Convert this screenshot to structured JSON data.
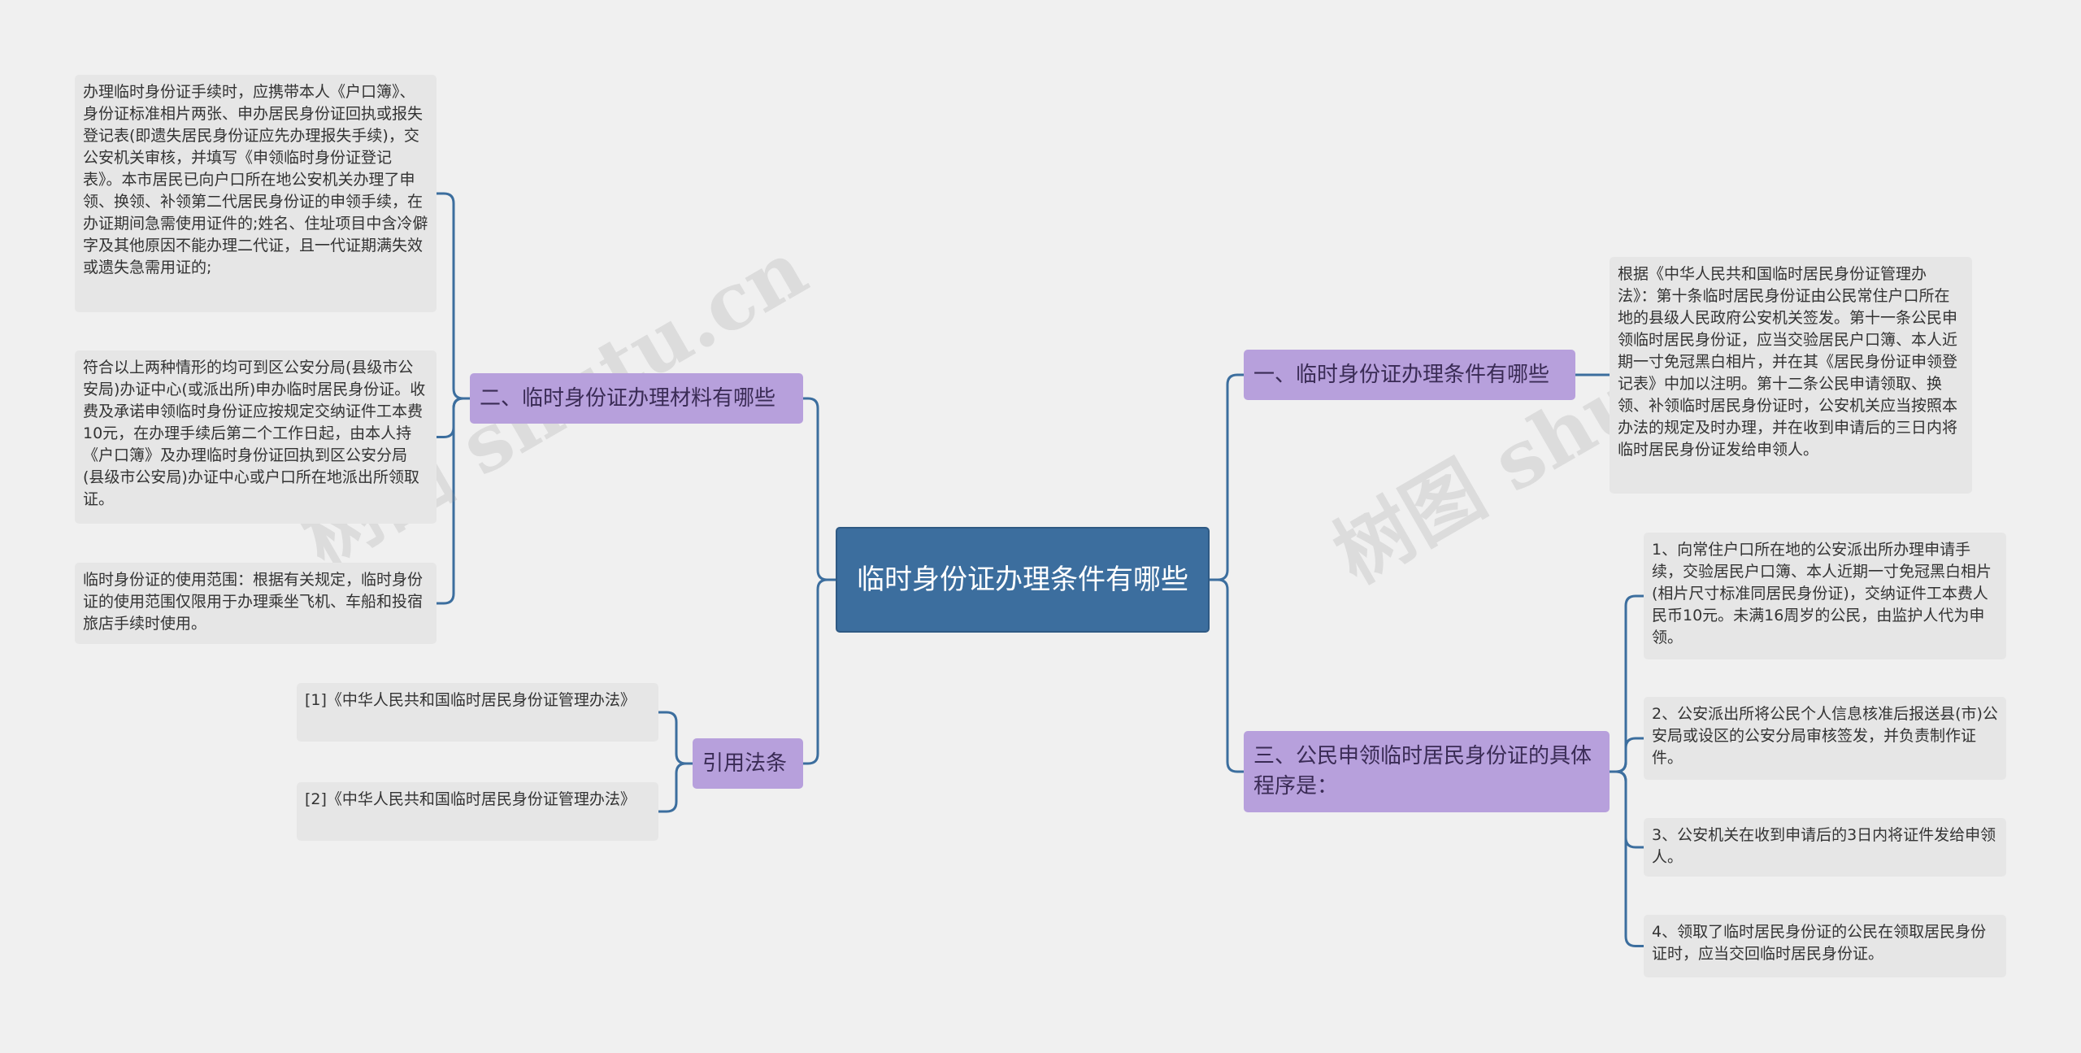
{
  "root": {
    "label": "临时身份证办理条件有哪些"
  },
  "branches": {
    "b1": {
      "label": "一、临时身份证办理条件有哪些"
    },
    "b2": {
      "label": "二、临时身份证办理材料有哪些"
    },
    "b3": {
      "label": "三、公民申领临时居民身份证的具体程序是："
    },
    "b4": {
      "label": "引用法条"
    }
  },
  "leaves": {
    "b1_1": "根据《中华人民共和国临时居民身份证管理办法》：第十条临时居民身份证由公民常住户口所在地的县级人民政府公安机关签发。第十一条公民申领临时居民身份证，应当交验居民户口簿、本人近期一寸免冠黑白相片，并在其《居民身份证申领登记表》中加以注明。第十二条公民申请领取、换领、补领临时居民身份证时，公安机关应当按照本办法的规定及时办理，并在收到申请后的三日内将临时居民身份证发给申领人。",
    "b2_1": "办理临时身份证手续时，应携带本人《户口簿》、身份证标准相片两张、申办居民身份证回执或报失登记表(即遗失居民身份证应先办理报失手续)，交公安机关审核，并填写《申领临时身份证登记表》。本市居民已向户口所在地公安机关办理了申领、换领、补领第二代居民身份证的申领手续，在办证期间急需使用证件的;姓名、住址项目中含冷僻字及其他原因不能办理二代证，且一代证期满失效或遗失急需用证的;",
    "b2_2": "符合以上两种情形的均可到区公安分局(县级市公安局)办证中心(或派出所)申办临时居民身份证。收费及承诺申领临时身份证应按规定交纳证件工本费10元，在办理手续后第二个工作日起，由本人持《户口簿》及办理临时身份证回执到区公安分局(县级市公安局)办证中心或户口所在地派出所领取证。",
    "b2_3": "临时身份证的使用范围：根据有关规定，临时身份证的使用范围仅限用于办理乘坐飞机、车船和投宿旅店手续时使用。",
    "b3_1": "1、向常住户口所在地的公安派出所办理申请手续，交验居民户口簿、本人近期一寸免冠黑白相片(相片尺寸标准同居民身份证)，交纳证件工本费人民币10元。未满16周岁的公民，由监护人代为申领。",
    "b3_2": "2、公安派出所将公民个人信息核准后报送县(市)公安局或设区的公安分局审核签发，并负责制作证件。",
    "b3_3": "3、公安机关在收到申请后的3日内将证件发给申领人。",
    "b3_4": "4、领取了临时居民身份证的公民在领取居民身份证时，应当交回临时居民身份证。",
    "b4_1": "[1]《中华人民共和国临时居民身份证管理办法》",
    "b4_2": "[2]《中华人民共和国临时居民身份证管理办法》"
  },
  "watermarks": [
    "树图 shutu.cn",
    "树图 shutu.cn"
  ],
  "colors": {
    "background": "#f0f0f0",
    "root_fill": "#3c6e9e",
    "branch_fill": "#b7a0dc",
    "leaf_fill": "#e6e6e6",
    "connector": "#3c6e9e"
  }
}
